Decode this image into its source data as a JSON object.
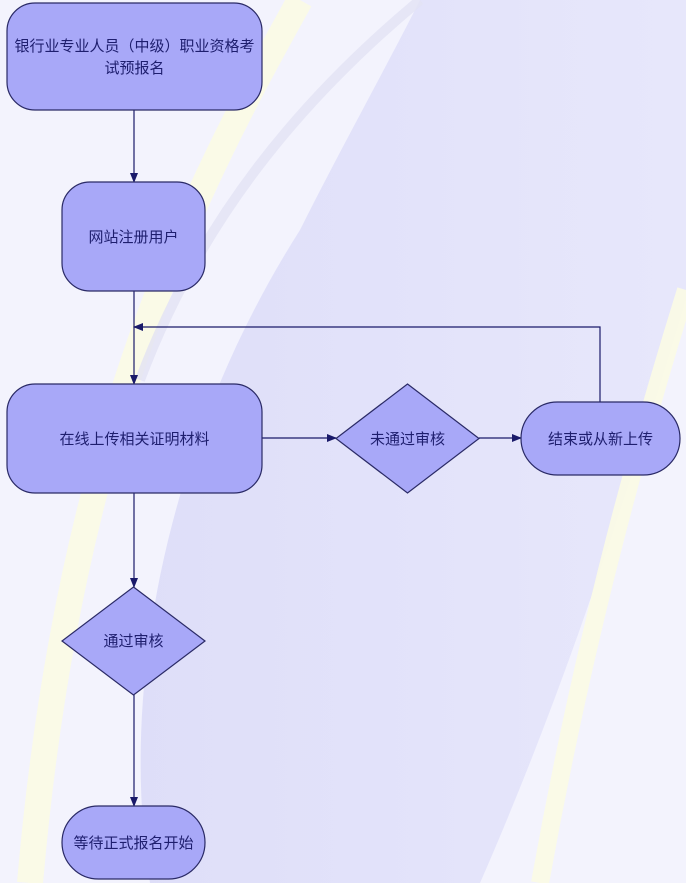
{
  "diagram": {
    "type": "flowchart",
    "colors": {
      "node_fill": "#a8a8f8",
      "node_stroke": "#2a2a66",
      "edge": "#1a1a6a",
      "text": "#1e1e6e",
      "background": "#f3f3fd"
    },
    "nodes": [
      {
        "id": "n1",
        "shape": "rounded-rect",
        "text": "银行业专业人员（中级）职业资格考试预报名"
      },
      {
        "id": "n2",
        "shape": "rounded-rect",
        "text": "网站注册用户"
      },
      {
        "id": "n3",
        "shape": "rounded-rect",
        "text": "在线上传相关证明材料"
      },
      {
        "id": "n4",
        "shape": "diamond",
        "text": "未通过审核"
      },
      {
        "id": "n5",
        "shape": "terminal",
        "text": "结束或从新上传"
      },
      {
        "id": "n6",
        "shape": "diamond",
        "text": "通过审核"
      },
      {
        "id": "n7",
        "shape": "terminal",
        "text": "等待正式报名开始"
      }
    ],
    "edges": [
      {
        "from": "n1",
        "to": "n2"
      },
      {
        "from": "n2",
        "to": "n3"
      },
      {
        "from": "n3",
        "to": "n4"
      },
      {
        "from": "n4",
        "to": "n5"
      },
      {
        "from": "n5",
        "to": "n3"
      },
      {
        "from": "n3",
        "to": "n6"
      },
      {
        "from": "n6",
        "to": "n7"
      }
    ]
  }
}
